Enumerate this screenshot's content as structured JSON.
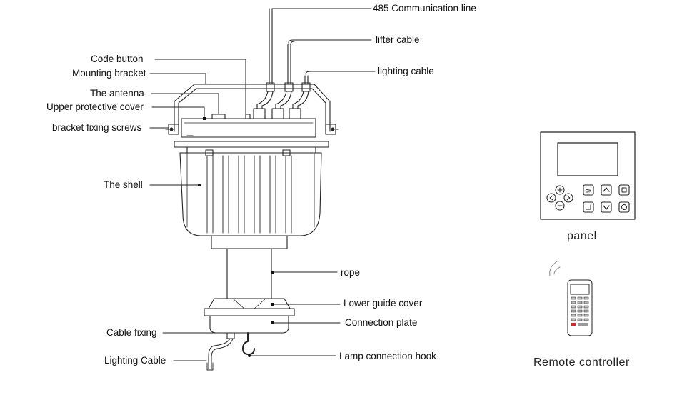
{
  "labels": {
    "communication_line": "485  Communication line",
    "lifter_cable": "lifter cable",
    "lighting_cable_top": "lighting cable",
    "code_button": "Code button",
    "mounting_bracket": "Mounting bracket",
    "antenna": "The antenna",
    "upper_cover": "Upper protective cover",
    "bracket_screws": "bracket fixing screws",
    "shell": "The shell",
    "rope": "rope",
    "lower_guide_cover": "Lower guide cover",
    "connection_plate": "Connection plate",
    "cable_fixing": "Cable fixing",
    "lighting_cable_bottom": "Lighting Cable",
    "lamp_hook": "Lamp connection hook"
  },
  "captions": {
    "panel": "panel",
    "remote": "Remote controller"
  },
  "panel_buttons": {
    "ok": "OK"
  }
}
